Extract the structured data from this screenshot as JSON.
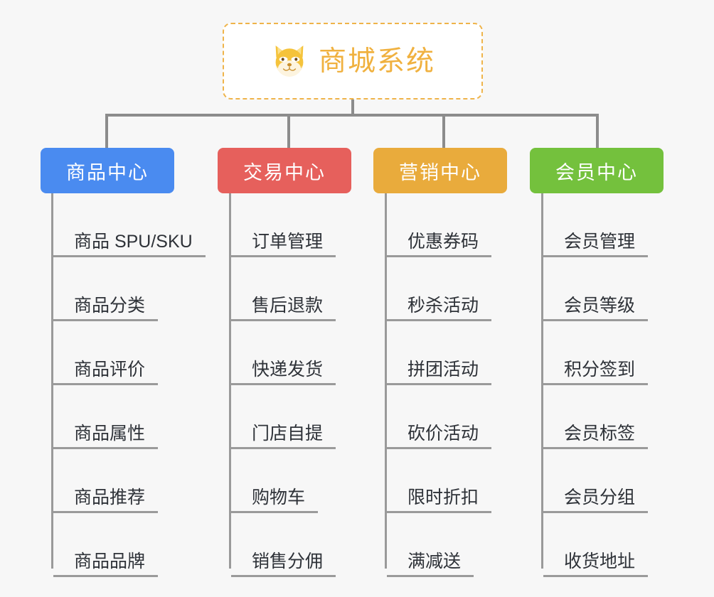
{
  "root": {
    "title": "商城系统",
    "icon": "shiba-dog-icon",
    "border_color": "#efb44a",
    "text_color": "#f0b13f"
  },
  "page": {
    "background": "#f7f7f7",
    "connector_color": "#8c8c8c",
    "leaf_line_color": "#9a9a9a",
    "leaf_text_color": "#2e3238"
  },
  "columns": [
    {
      "title": "商品中心",
      "color": "#4a8bf0",
      "items": [
        "商品 SPU/SKU",
        "商品分类",
        "商品评价",
        "商品属性",
        "商品推荐",
        "商品品牌"
      ]
    },
    {
      "title": "交易中心",
      "color": "#e6605c",
      "items": [
        "订单管理",
        "售后退款",
        "快递发货",
        "门店自提",
        "购物车",
        "销售分佣"
      ]
    },
    {
      "title": "营销中心",
      "color": "#e9ab3c",
      "items": [
        "优惠券码",
        "秒杀活动",
        "拼团活动",
        "砍价活动",
        "限时折扣",
        "满减送"
      ]
    },
    {
      "title": "会员中心",
      "color": "#74c13d",
      "items": [
        "会员管理",
        "会员等级",
        "积分签到",
        "会员标签",
        "会员分组",
        "收货地址"
      ]
    }
  ]
}
